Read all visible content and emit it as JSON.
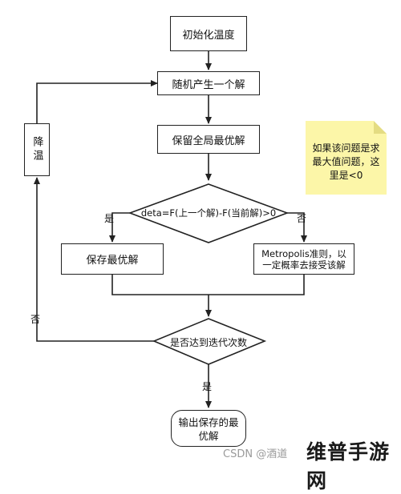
{
  "diagram": {
    "nodes": {
      "init": "初始化温度",
      "random": "随机产生一个解",
      "keep_global": "保留全局最优解",
      "decision1": "deta=F(上一个解)-F(当前解)>0",
      "save_best": "保存最优解",
      "metropolis": "Metropolis准则，以一定概率去接受该解",
      "decision2": "是否达到迭代次数",
      "output": "输出保存的最优解",
      "cool": "降温"
    },
    "edge_labels": {
      "yes1": "是",
      "no1": "否",
      "no2": "否",
      "yes2": "是"
    },
    "note": "如果该问题是求最大值问题，这里是<0"
  },
  "watermark": "CSDN @酒道",
  "brand": "维普手游网",
  "colors": {
    "line": "#222222",
    "note_fill": "#fcf6a8",
    "note_fold": "#e4dc82"
  }
}
